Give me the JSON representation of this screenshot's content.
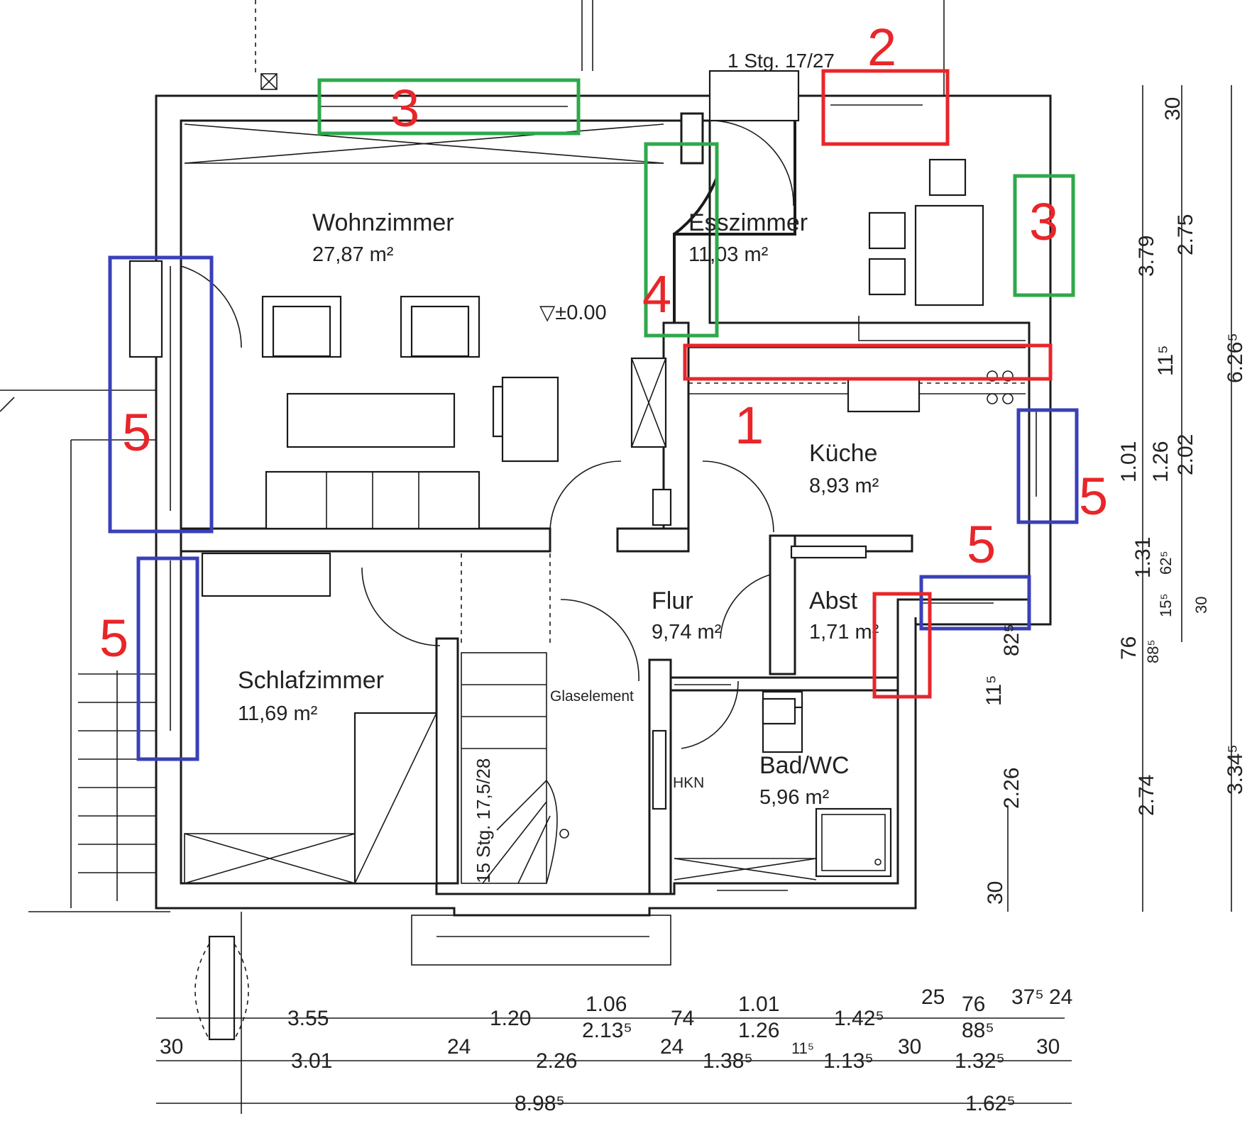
{
  "rooms": {
    "wohnzimmer": {
      "name": "Wohnzimmer",
      "area": "27,87 m²"
    },
    "esszimmer": {
      "name": "Esszimmer",
      "area": "11,03 m²"
    },
    "kueche": {
      "name": "Küche",
      "area": "8,93 m²"
    },
    "flur": {
      "name": "Flur",
      "area": "9,74 m²"
    },
    "abst": {
      "name": "Abst",
      "area": "1,71 m²"
    },
    "schlafzimmer": {
      "name": "Schlafzimmer",
      "area": "11,69 m²"
    },
    "bad": {
      "name": "Bad/WC",
      "area": "5,96 m²"
    }
  },
  "labels": {
    "stairs_top": "1 Stg. 17/27",
    "level": "▽±0.00",
    "glaselement": "Glaselement",
    "hkn": "HKN",
    "stairs_main": "15 Stg. 17,5/28"
  },
  "markers": {
    "m1": "1",
    "m2": "2",
    "m3a": "3",
    "m3b": "3",
    "m4": "4",
    "m5a": "5",
    "m5b": "5",
    "m5c": "5",
    "m5d": "5"
  },
  "colors": {
    "red": "#e8262a",
    "green": "#2ea84a",
    "blue": "#3a3fb8"
  },
  "dims": {
    "bottom_row1": [
      "3.55",
      "1.20",
      "1.06",
      "2.13⁵",
      "74",
      "1.01",
      "1.26",
      "1.42⁵",
      "25",
      "76",
      "88⁵",
      "37⁵",
      "24"
    ],
    "bottom_row2": [
      "30",
      "3.01",
      "24",
      "2.26",
      "24",
      "1.38⁵",
      "11⁵",
      "1.13⁵",
      "30",
      "1.32⁵",
      "30"
    ],
    "bottom_row3": [
      "8.98⁵",
      "1.62⁵"
    ],
    "right_col1": [
      "30",
      "2.75",
      "11⁵",
      "1.01",
      "1.26",
      "1.31",
      "62⁵",
      "15⁵",
      "30",
      "76",
      "88⁵",
      "82⁵",
      "11⁵",
      "2.26",
      "30"
    ],
    "right_col2": [
      "3.79",
      "2.02",
      "2.74"
    ],
    "right_col3": [
      "6.26⁵",
      "3.34⁵"
    ]
  }
}
